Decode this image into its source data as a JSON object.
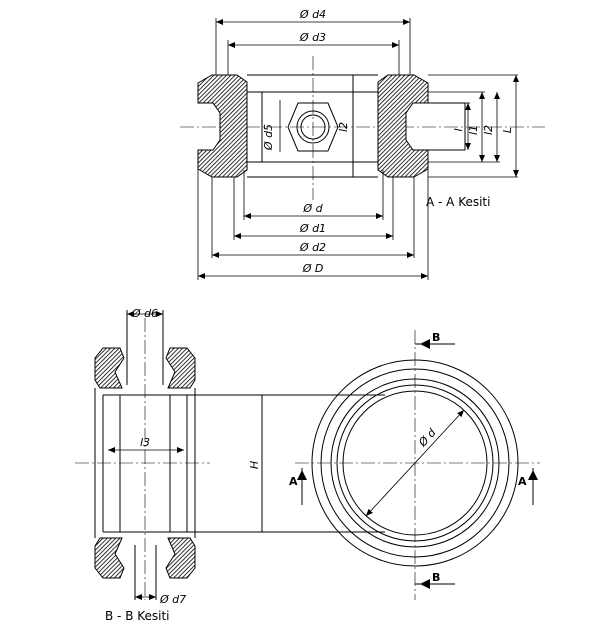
{
  "top_view": {
    "dims": {
      "d4": "Ø d4",
      "d3": "Ø d3",
      "d5": "Ø d5",
      "l2_inner": "l2",
      "l": "l",
      "l1": "l1",
      "l2": "l2",
      "L": "L",
      "d": "Ø d",
      "d1": "Ø d1",
      "d2": "Ø d2",
      "D": "Ø D"
    },
    "caption": "A - A Kesiti"
  },
  "side_view": {
    "dims": {
      "d6": "Ø d6",
      "l3": "l3",
      "H": "H",
      "d7": "Ø d7"
    },
    "caption": "B - B Kesiti"
  },
  "front_view": {
    "dims": {
      "d": "Ø d"
    },
    "section_marks": {
      "b_top": "B",
      "b_bottom": "B",
      "a_left": "A",
      "a_right": "A"
    }
  },
  "colors": {
    "hatch": "#000000",
    "line": "#000000"
  }
}
